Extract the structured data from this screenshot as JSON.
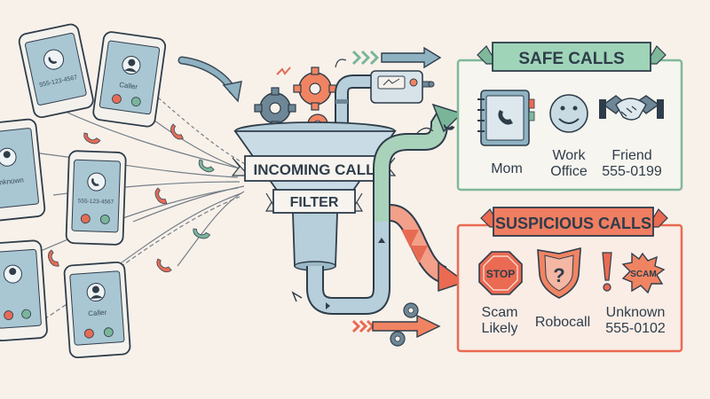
{
  "phones": [
    {
      "number": "555-123-4567"
    },
    {
      "caller": "Caller"
    },
    {
      "caller": "nknown"
    },
    {
      "number": "555-123-4567"
    },
    {
      "caller": "Caller"
    }
  ],
  "funnel": {
    "banner_top": "INCOMING CALL",
    "banner_bottom": "FILTER"
  },
  "safe": {
    "title": "SAFE CALLS",
    "items": [
      {
        "icon": "address-book-icon",
        "label": "Mom"
      },
      {
        "icon": "smiley-icon",
        "label": "Work",
        "label2": "Office"
      },
      {
        "icon": "handshake-icon",
        "label": "Friend",
        "label2": "555-0199"
      }
    ]
  },
  "suspicious": {
    "title": "SUSPICIOUS CALLS",
    "items": [
      {
        "icon": "stop-sign-icon",
        "sign": "STOP",
        "label": "Scam",
        "label2": "Likely"
      },
      {
        "icon": "warning-shield-icon",
        "label": "Robocall"
      },
      {
        "icon": "exclamation-icon",
        "sign": "SCAM",
        "label": "Unknown",
        "label2": "555-0102"
      }
    ]
  },
  "colors": {
    "background": "#f8f1ea",
    "ink": "#2f3d4a",
    "safe_green": "#7fb89a",
    "safe_banner": "#9fd4b8",
    "alert_red": "#ea6a52",
    "alert_banner": "#f07e62",
    "phone_blue": "#8fb2c2",
    "gear_orange": "#f08462",
    "gear_grey": "#6e8796",
    "pipe_blue": "#b7cfdb"
  }
}
